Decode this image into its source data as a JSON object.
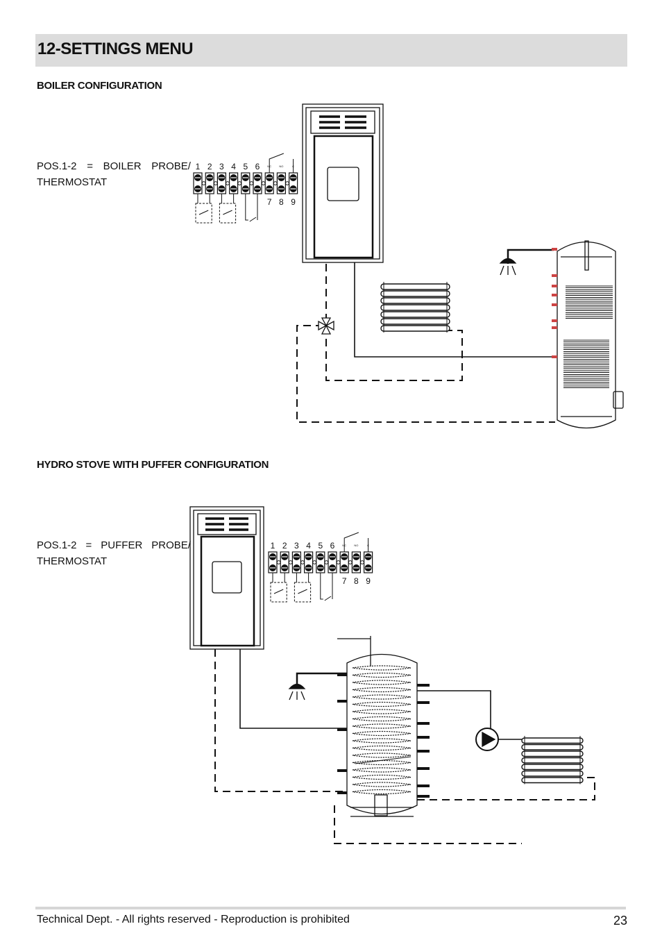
{
  "header": {
    "title": "12-SETTINGS MENU"
  },
  "sections": [
    {
      "heading": "BOILER CONFIGURATION",
      "pos_parts": [
        "POS.1-2",
        "=",
        "BOILER",
        "PROBE/"
      ],
      "pos_line2": "THERMOSTAT"
    },
    {
      "heading": "HYDRO STOVE WITH PUFFER CONFIGURATION",
      "pos_parts": [
        "POS.1-2",
        "=",
        "PUFFER",
        "PROBE/"
      ],
      "pos_line2": "THERMOSTAT"
    }
  ],
  "terminal_labels_top": [
    "1",
    "2",
    "3",
    "4",
    "5",
    "6"
  ],
  "terminal_labels_bottom": [
    "7",
    "8",
    "9"
  ],
  "relay_labels": [
    "NC",
    "NO",
    "C"
  ],
  "footer": {
    "text": "Technical Dept. - All rights reserved - Reproduction is prohibited",
    "page": "23"
  }
}
